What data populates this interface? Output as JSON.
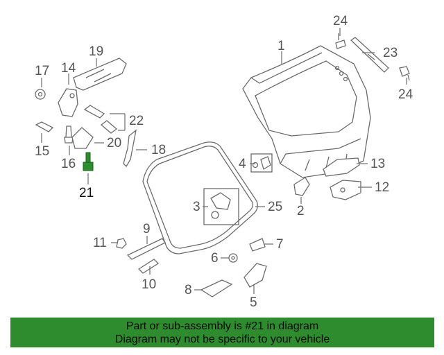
{
  "callouts": [
    {
      "id": "c1",
      "text": "1"
    },
    {
      "id": "c2",
      "text": "2"
    },
    {
      "id": "c3",
      "text": "3"
    },
    {
      "id": "c4",
      "text": "4"
    },
    {
      "id": "c5",
      "text": "5"
    },
    {
      "id": "c6",
      "text": "6"
    },
    {
      "id": "c7",
      "text": "7"
    },
    {
      "id": "c8",
      "text": "8"
    },
    {
      "id": "c9",
      "text": "9"
    },
    {
      "id": "c10",
      "text": "10"
    },
    {
      "id": "c11",
      "text": "11"
    },
    {
      "id": "c12",
      "text": "12"
    },
    {
      "id": "c13",
      "text": "13"
    },
    {
      "id": "c14",
      "text": "14"
    },
    {
      "id": "c15",
      "text": "15"
    },
    {
      "id": "c16",
      "text": "16"
    },
    {
      "id": "c17",
      "text": "17"
    },
    {
      "id": "c18",
      "text": "18"
    },
    {
      "id": "c19",
      "text": "19"
    },
    {
      "id": "c20",
      "text": "20"
    },
    {
      "id": "c21",
      "text": "21"
    },
    {
      "id": "c22",
      "text": "22"
    },
    {
      "id": "c23",
      "text": "23"
    },
    {
      "id": "c24a",
      "text": "24"
    },
    {
      "id": "c24b",
      "text": "24"
    },
    {
      "id": "c25",
      "text": "25"
    }
  ],
  "highlight_part": "21",
  "colors": {
    "highlight": "#2e8b2e",
    "banner": "#2e8b2e",
    "line": "#6b6b6b"
  },
  "banner": {
    "line1": "Part or sub-assembly is #21 in diagram",
    "line2": "Diagram may not be specific to your vehicle"
  }
}
